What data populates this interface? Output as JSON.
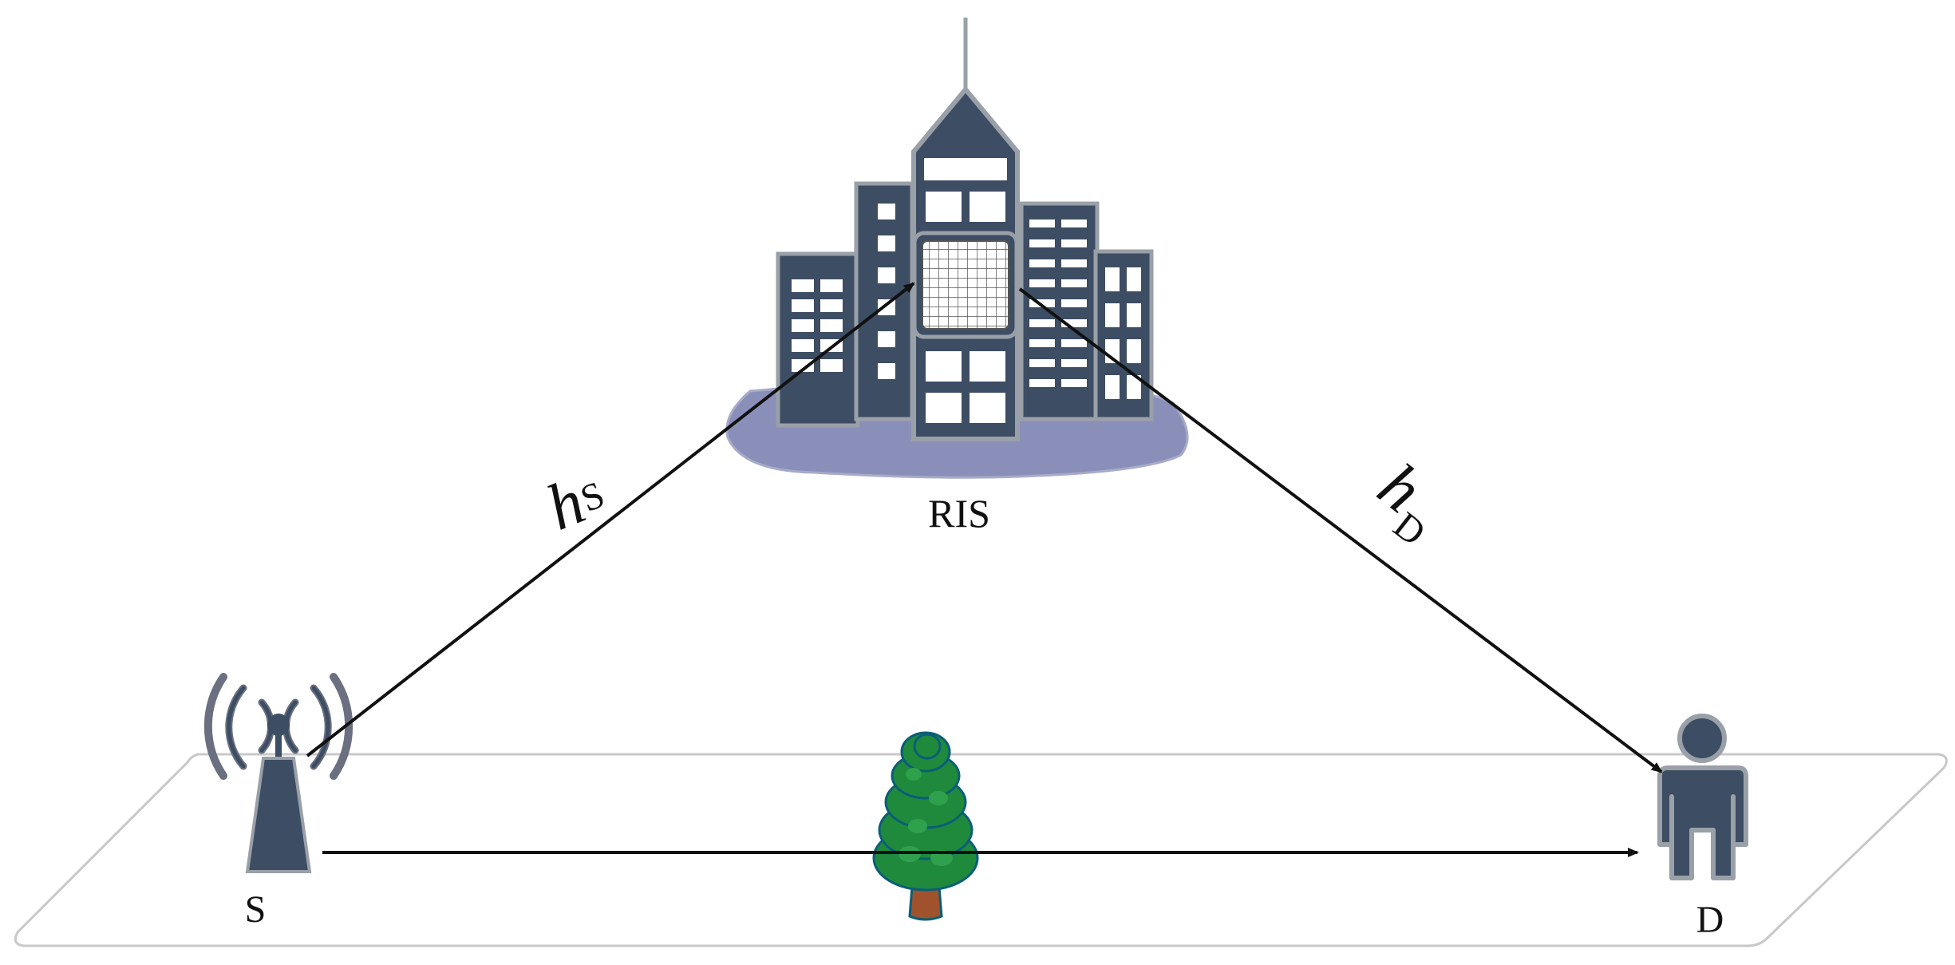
{
  "nodes": {
    "source_label": "S",
    "ris_label": "RIS",
    "destination_label": "D"
  },
  "channels": {
    "source_ris_symbol": "h",
    "source_ris_subscript": "S",
    "ris_destination_symbol": "h",
    "ris_destination_subscript": "D"
  },
  "colors": {
    "building": "#3d4d63",
    "building_outline": "#9aa0a8",
    "building_base": "#8a8fba",
    "ground_outline": "#c8c8c8",
    "tree_foliage": "#1f8a3c",
    "tree_trunk": "#a0522d",
    "arrow": "#111111",
    "tower": "#3d4d63"
  },
  "icons": [
    "antenna-tower-icon",
    "building-icon",
    "ris-panel-icon",
    "tree-icon",
    "person-icon"
  ]
}
